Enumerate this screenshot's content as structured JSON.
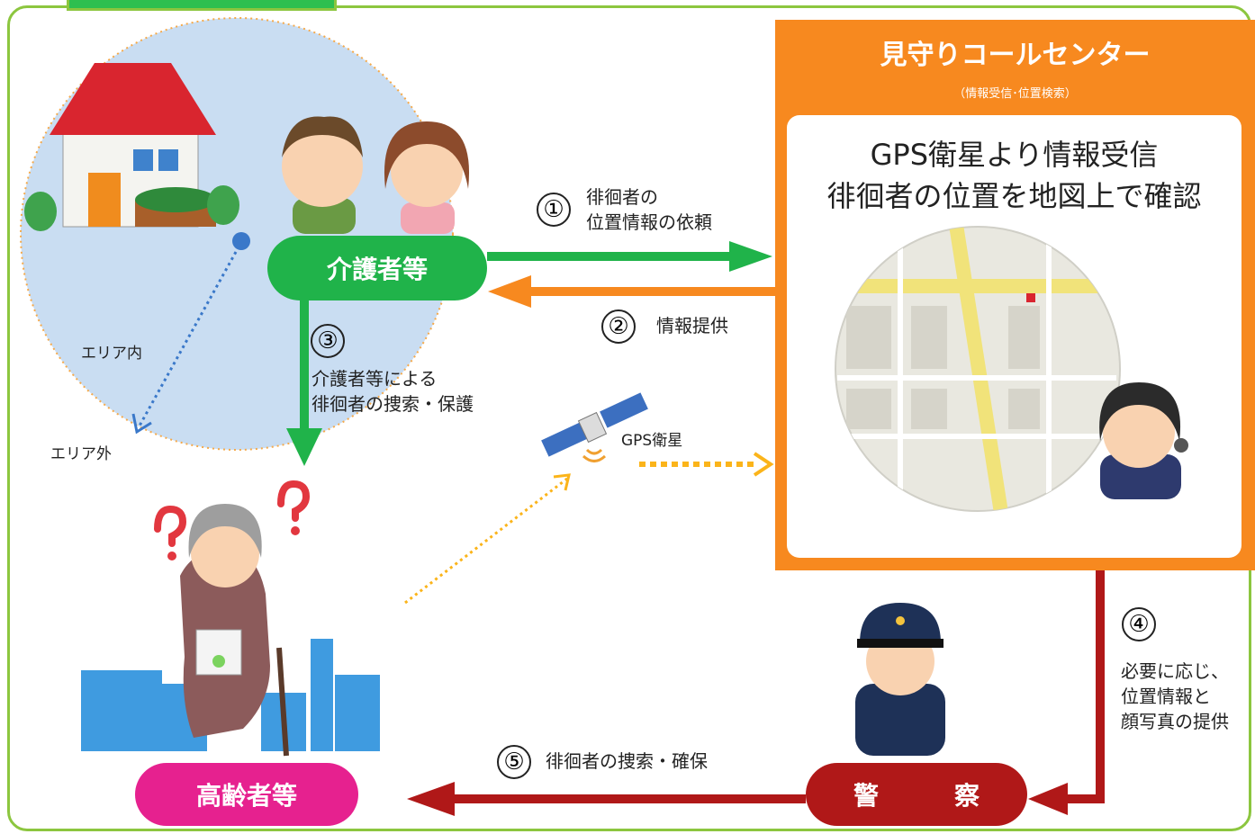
{
  "center": {
    "title": "見守りコールセンター",
    "subtitle": "（情報受信･位置検索）",
    "line1": "GPS衛星より情報受信",
    "line2": "徘徊者の位置を地図上で確認"
  },
  "nodes": {
    "caregiver": "介護者等",
    "elderly": "高齢者等",
    "police": "警　察"
  },
  "area": {
    "inside": "エリア内",
    "outside": "エリア外"
  },
  "satellite_label": "GPS衛星",
  "steps": [
    {
      "num": "①",
      "lines": [
        "徘徊者の",
        "位置情報の依頼"
      ]
    },
    {
      "num": "②",
      "lines": [
        "情報提供"
      ]
    },
    {
      "num": "③",
      "lines": [
        "介護者等による",
        "徘徊者の捜索・保護"
      ]
    },
    {
      "num": "④",
      "lines": [
        "必要に応じ、",
        "位置情報と",
        "顔写真の提供"
      ]
    },
    {
      "num": "⑤",
      "lines": [
        "徘徊者の捜索・確保"
      ]
    }
  ],
  "colors": {
    "frame": "#8cc63f",
    "green": "#20b34a",
    "orange": "#f7891f",
    "red": "#b01818",
    "pink": "#e6218f",
    "yellow": "#fbb41a",
    "blue": "#3a78c9"
  }
}
